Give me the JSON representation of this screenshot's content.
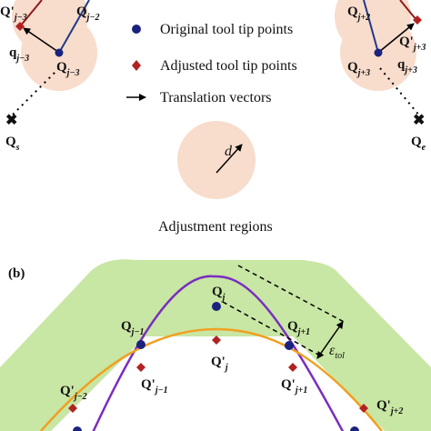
{
  "panel_a": {
    "labels": {
      "q_j3_prime": "Q'",
      "q_j3_prime_sub": "j−3",
      "q_j2": "Q",
      "q_j2_sub": "j−2",
      "q_small_j3": "q",
      "q_small_j3_sub": "j−3",
      "q_j3": "Q",
      "q_j3_sub": "j−3",
      "q_s": "Q",
      "q_s_sub": "s",
      "q_j2_right": "Q",
      "q_j2_right_sub": "j+2",
      "q_j3_prime_right": "Q'",
      "q_j3_prime_right_sub": "j+3",
      "q_small_j3_right": "q",
      "q_small_j3_right_sub": "j+3",
      "q_j3_right": "Q",
      "q_j3_right_sub": "j+3",
      "q_e": "Q",
      "q_e_sub": "e",
      "radius": "d",
      "region_caption": "Adjustment regions"
    },
    "legend": [
      {
        "marker": "circle",
        "color": "#1a237e",
        "label": "Original tool tip points"
      },
      {
        "marker": "diamond",
        "color": "#b22222",
        "label": "Adjusted tool tip points"
      },
      {
        "marker": "arrow",
        "color": "#000000",
        "label": "Translation vectors"
      }
    ]
  },
  "panel_b": {
    "tag": "(b)",
    "labels": {
      "qj": "Q",
      "qj_sub": "j",
      "qj_prime": "Q'",
      "qj_prime_sub": "j",
      "qjm1": "Q",
      "qjm1_sub": "j−1",
      "qjm1_prime": "Q'",
      "qjm1_prime_sub": "j−1",
      "qjp1": "Q",
      "qjp1_sub": "j+1",
      "qjp1_prime": "Q'",
      "qjp1_prime_sub": "j+1",
      "qjm2_prime": "Q'",
      "qjm2_prime_sub": "j−2",
      "qjp2_prime": "Q'",
      "qjp2_prime_sub": "j+2",
      "tol": "ε",
      "tol_sub": "tol"
    }
  },
  "colors": {
    "region_fill": "#f8dccc",
    "band_fill": "#c8e6a4",
    "original_point": "#1a237e",
    "adjusted_point": "#b22222",
    "original_path": "#1e3a8a",
    "adjusted_path": "#8e1b1b",
    "purple_curve": "#7b2cbf",
    "orange_curve": "#f0a020"
  }
}
